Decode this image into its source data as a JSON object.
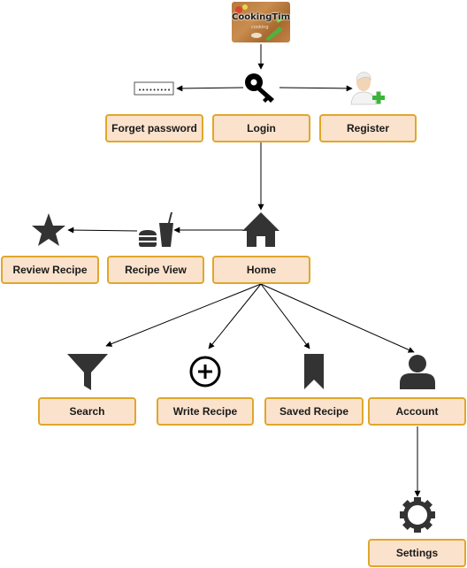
{
  "logo": {
    "title": "CookingTime",
    "subtitle": "cooking"
  },
  "nodes": {
    "forget_password": "Forget password",
    "login": "Login",
    "register": "Register",
    "review_recipe": "Review Recipe",
    "recipe_view": "Recipe View",
    "home": "Home",
    "search": "Search",
    "write_recipe": "Write Recipe",
    "saved_recipe": "Saved Recipe",
    "account": "Account",
    "settings": "Settings"
  },
  "password_field": {
    "value": "•••••••••"
  },
  "icons": {
    "login": "key-icon",
    "forget_password": "password-field-icon",
    "register": "add-user-icon",
    "home": "house-icon",
    "recipe_view": "food-drink-icon",
    "review_recipe": "star-icon",
    "search": "funnel-icon",
    "write_recipe": "plus-circle-icon",
    "saved_recipe": "bookmark-icon",
    "account": "user-icon",
    "settings": "gear-icon"
  },
  "colors": {
    "node_fill": "#fbe2cc",
    "node_border": "#e0a72b",
    "icon": "#333333",
    "edge": "#000000",
    "register_plus": "#3cb43c"
  }
}
